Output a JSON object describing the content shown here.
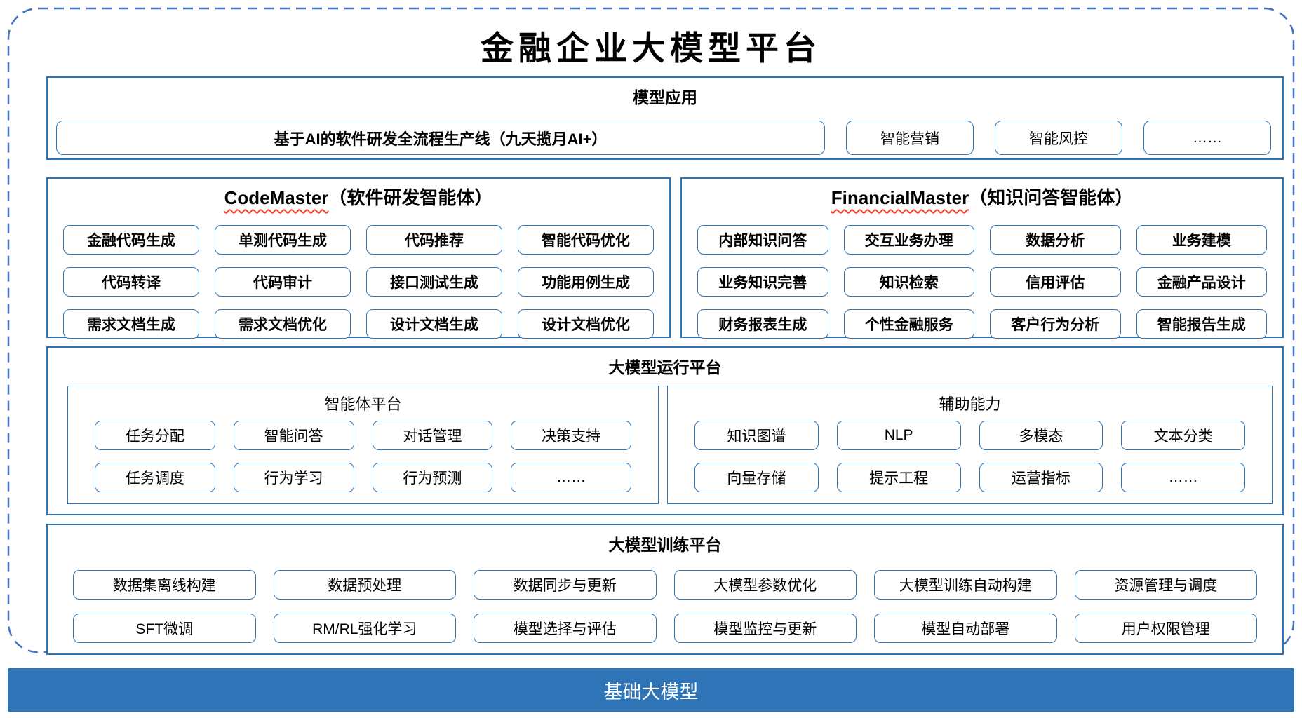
{
  "title": "金融企业大模型平台",
  "colors": {
    "section_border": "#2E75B6",
    "dashed_frame": "#4472C4",
    "foundation_bar": "#2E74B6",
    "squiggle": "#FF3B1F"
  },
  "model_app": {
    "header": "模型应用",
    "pipeline": "基于AI的软件研发全流程生产线（九天揽月AI+）",
    "items": [
      "智能营销",
      "智能风控",
      "……"
    ]
  },
  "agents": {
    "code_master": {
      "title_en": "CodeMaster",
      "title_zh": "（软件研发智能体）",
      "items": [
        "金融代码生成",
        "单测代码生成",
        "代码推荐",
        "智能代码优化",
        "代码转译",
        "代码审计",
        "接口测试生成",
        "功能用例生成",
        "需求文档生成",
        "需求文档优化",
        "设计文档生成",
        "设计文档优化"
      ]
    },
    "financial_master": {
      "title_en": "FinancialMaster",
      "title_zh": "（知识问答智能体）",
      "items": [
        "内部知识问答",
        "交互业务办理",
        "数据分析",
        "业务建模",
        "业务知识完善",
        "知识检索",
        "信用评估",
        "金融产品设计",
        "财务报表生成",
        "个性金融服务",
        "客户行为分析",
        "智能报告生成"
      ]
    }
  },
  "runtime": {
    "header": "大模型运行平台",
    "agent_platform": {
      "title": "智能体平台",
      "items": [
        "任务分配",
        "智能问答",
        "对话管理",
        "决策支持",
        "任务调度",
        "行为学习",
        "行为预测",
        "……"
      ]
    },
    "aux_ability": {
      "title": "辅助能力",
      "items": [
        "知识图谱",
        "NLP",
        "多模态",
        "文本分类",
        "向量存储",
        "提示工程",
        "运营指标",
        "……"
      ]
    }
  },
  "training": {
    "header": "大模型训练平台",
    "items": [
      "数据集离线构建",
      "数据预处理",
      "数据同步与更新",
      "大模型参数优化",
      "大模型训练自动构建",
      "资源管理与调度",
      "SFT微调",
      "RM/RL强化学习",
      "模型选择与评估",
      "模型监控与更新",
      "模型自动部署",
      "用户权限管理"
    ]
  },
  "foundation": {
    "label": "基础大模型"
  }
}
